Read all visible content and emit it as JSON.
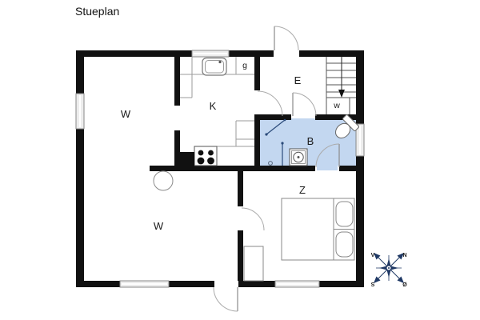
{
  "title": "Stueplan",
  "rooms": {
    "living_upper": {
      "label": "W"
    },
    "kitchen": {
      "label": "K"
    },
    "entry": {
      "label": "E"
    },
    "bathroom": {
      "label": "B"
    },
    "bedroom": {
      "label": "Z"
    },
    "living_lower": {
      "label": "W"
    },
    "wc_under_stairs": {
      "label": "w"
    },
    "cupboard": {
      "label": "g"
    }
  },
  "compass": {
    "nw": "V",
    "ne": "N",
    "sw": "S",
    "se": "Ø"
  },
  "colors": {
    "wall": "#111111",
    "bathroom_fill": "#c3d7f0",
    "compass_navy": "#1f3864",
    "furniture_line": "#8a8a8a",
    "window_fill": "#ececec"
  }
}
